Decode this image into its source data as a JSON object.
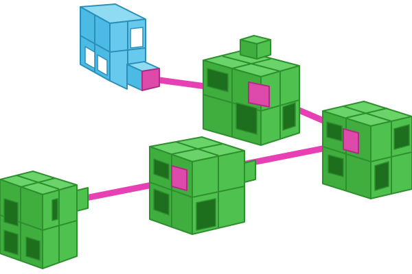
{
  "colors": {
    "background": "#ffffff",
    "green_top": "#6ad46a",
    "green_left": "#3fae3f",
    "green_right": "#4fc14f",
    "green_line": "#2d8f2d",
    "window": "#1d6e1d",
    "blue_top": "#8fdcf2",
    "blue_left": "#4bbbe6",
    "blue_right": "#68c9ee",
    "blue_line": "#2c8fb8",
    "connector_face": "#de4aa9",
    "connector_line": "#b02c82",
    "link": "#e640b4"
  },
  "diagram": {
    "nodes": [
      {
        "id": "blue-module",
        "kind": "blue"
      },
      {
        "id": "green-module-top",
        "kind": "green"
      },
      {
        "id": "green-module-right",
        "kind": "green"
      },
      {
        "id": "green-module-center",
        "kind": "green"
      },
      {
        "id": "green-module-left",
        "kind": "green"
      }
    ],
    "edges": [
      {
        "from": "blue-module",
        "to": "green-module-top"
      },
      {
        "from": "green-module-top",
        "to": "green-module-right"
      },
      {
        "from": "green-module-right",
        "to": "green-module-center"
      },
      {
        "from": "green-module-center",
        "to": "green-module-left"
      }
    ]
  }
}
